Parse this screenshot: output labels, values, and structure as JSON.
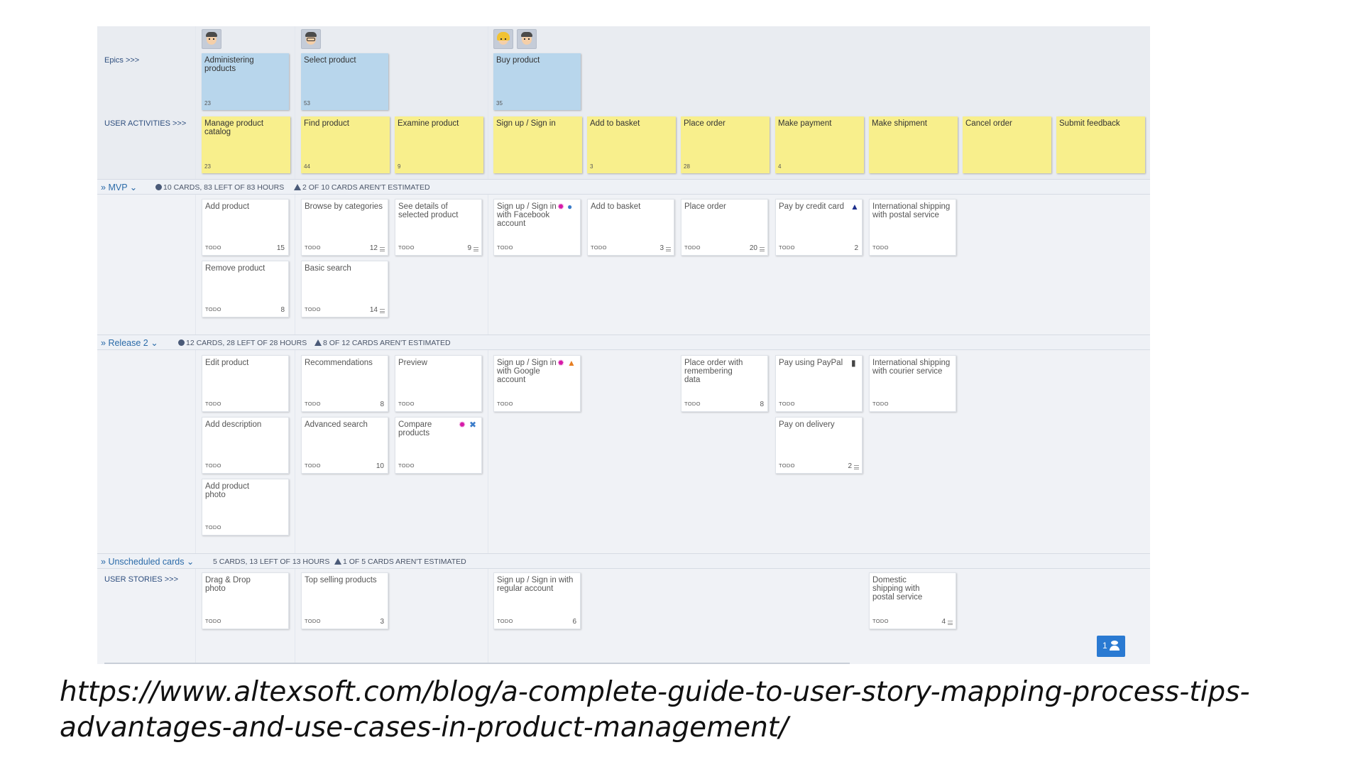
{
  "board": {
    "epics_label": "Epics >>>",
    "activities_label": "USER ACTIVITIES >>>",
    "stories_label": "USER STORIES >>>",
    "epics": [
      {
        "title": "Administering products",
        "count": "23"
      },
      {
        "title": "Select product",
        "count": "53"
      },
      {
        "title": "Buy product",
        "count": "35"
      }
    ],
    "activities": [
      {
        "title": "Manage product catalog",
        "count": "23"
      },
      {
        "title": "Find product",
        "count": "44"
      },
      {
        "title": "Examine product",
        "count": "9"
      },
      {
        "title": "Sign up / Sign in",
        "count": ""
      },
      {
        "title": "Add to basket",
        "count": "3"
      },
      {
        "title": "Place order",
        "count": "28"
      },
      {
        "title": "Make payment",
        "count": "4"
      },
      {
        "title": "Make shipment",
        "count": ""
      },
      {
        "title": "Cancel order",
        "count": ""
      },
      {
        "title": "Submit feedback",
        "count": ""
      }
    ],
    "status_todo": "TODO",
    "releases": {
      "mvp": {
        "title": "MVP",
        "stats_cards": "10 CARDS, 83 LEFT OF 83 HOURS",
        "stats_estimated": "2 OF 10 CARDS AREN'T ESTIMATED",
        "cards": {
          "add_product": {
            "title": "Add product",
            "est": "15"
          },
          "remove_product": {
            "title": "Remove product",
            "est": "8"
          },
          "browse_categories": {
            "title": "Browse by categories",
            "est": "12"
          },
          "basic_search": {
            "title": "Basic search",
            "est": "14"
          },
          "see_details": {
            "title": "See details of selected product",
            "est": "9"
          },
          "signup_facebook": {
            "title": "Sign up / Sign in with Facebook account",
            "est": ""
          },
          "add_to_basket": {
            "title": "Add to basket",
            "est": "3"
          },
          "place_order": {
            "title": "Place order",
            "est": "20"
          },
          "pay_credit_card": {
            "title": "Pay by credit card",
            "est": "2"
          },
          "intl_postal": {
            "title": "International shipping with postal service",
            "est": ""
          }
        }
      },
      "release2": {
        "title": "Release 2",
        "stats_cards": "12 CARDS, 28 LEFT OF 28 HOURS",
        "stats_estimated": "8 OF 12 CARDS AREN'T ESTIMATED",
        "cards": {
          "edit_product": {
            "title": "Edit product",
            "est": ""
          },
          "add_description": {
            "title": "Add description",
            "est": ""
          },
          "add_product_photo": {
            "title": "Add product photo",
            "est": ""
          },
          "recommendations": {
            "title": "Recommendations",
            "est": "8"
          },
          "advanced_search": {
            "title": "Advanced search",
            "est": "10"
          },
          "preview": {
            "title": "Preview",
            "est": ""
          },
          "compare_products": {
            "title": "Compare products",
            "est": ""
          },
          "signup_google": {
            "title": "Sign up / Sign in with Google account",
            "est": ""
          },
          "place_order_remember": {
            "title": "Place order with remembering data",
            "est": "8"
          },
          "pay_paypal": {
            "title": "Pay using PayPal",
            "est": ""
          },
          "pay_delivery": {
            "title": "Pay on delivery",
            "est": "2"
          },
          "intl_courier": {
            "title": "International shipping with courier service",
            "est": ""
          }
        }
      },
      "unscheduled": {
        "title": "Unscheduled cards",
        "stats_cards": "5 CARDS, 13 LEFT OF 13 HOURS",
        "stats_estimated": "1 OF 5 CARDS AREN'T ESTIMATED",
        "cards": {
          "drag_drop_photo": {
            "title": "Drag & Drop photo",
            "est": ""
          },
          "top_selling": {
            "title": "Top selling products",
            "est": "3"
          },
          "signup_regular": {
            "title": "Sign up / Sign in with regular account",
            "est": "6"
          },
          "domestic_postal": {
            "title": "Domestic shipping with postal service",
            "est": "4"
          }
        }
      }
    },
    "user_button_count": "1"
  },
  "caption": {
    "line1": "https://www.altexsoft.com/blog/a-complete-guide-to-user-story-mapping-process-tips-",
    "line2": "advantages-and-use-cases-in-product-management/"
  },
  "colors": {
    "epic": "#b8d6ec",
    "activity": "#f8ef8c",
    "accent": "#2a7ad2",
    "board_bg": "#f0f2f6"
  }
}
